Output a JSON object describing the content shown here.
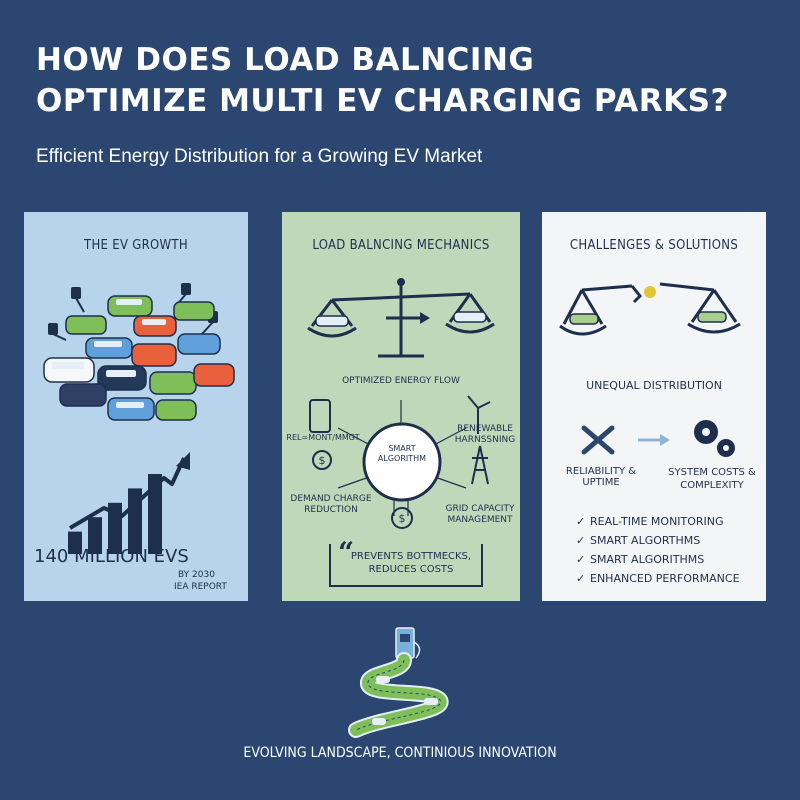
{
  "header": {
    "title_line1": "HOW DOES LOAD BALNCING",
    "title_line2": "OPTIMIZE MULTI EV CHARGING PARKS?",
    "subtitle": "Efficient Energy Distribution for a Growing EV Market"
  },
  "panel_growth": {
    "title": "THE EV GROWTH",
    "stat": "140 MILLION EVS",
    "stat_year": "BY 2030",
    "stat_source": "IEA REPORT",
    "bar_values": [
      1,
      2,
      3,
      4,
      5
    ]
  },
  "panel_mechanics": {
    "title": "LOAD BALNCING MECHANICS",
    "flow_label": "OPTIMIZED ENERGY FLOW",
    "hub_line1": "SMART",
    "hub_line2": "ALGORITHM",
    "monitoring": "REL=MONT/MMGT",
    "renewable_line1": "RENEWABLE",
    "renewable_line2": "HARNSSNING",
    "demand_line1": "DEMAND CHARGE",
    "demand_line2": "REDUCTION",
    "grid_line1": "GRID CAPACITY",
    "grid_line2": "MANAGEMENT",
    "quote_line1": "PREVENTS BOTTMECKS,",
    "quote_line2": "REDUCES COSTS"
  },
  "panel_challenges": {
    "title": "CHALLENGES & SOLUTIONS",
    "unequal": "UNEQUAL DISTRIBUTION",
    "reliability": "RELIABILITY & UPTIME",
    "costs_line1": "SYSTEM COSTS &",
    "costs_line2": "COMPLEXITY",
    "checklist": [
      "REAL-TIME MONITORING",
      "SMART ALGORTHMS",
      "SMART ALGORITHMS",
      "ENHANCED PERFORMANCE"
    ]
  },
  "footer": {
    "text": "EVOLVING LANDSCAPE, CONTINIOUS INNOVATION"
  },
  "colors": {
    "background": "#2b4670",
    "panel_blue": "#b7d4ec",
    "panel_green": "#bfd8ba",
    "panel_white": "#f4f5f7",
    "navy": "#1e2f4d",
    "car_green": "#7fbf5a",
    "car_orange": "#e8613c",
    "car_blue": "#5fa0dc"
  }
}
